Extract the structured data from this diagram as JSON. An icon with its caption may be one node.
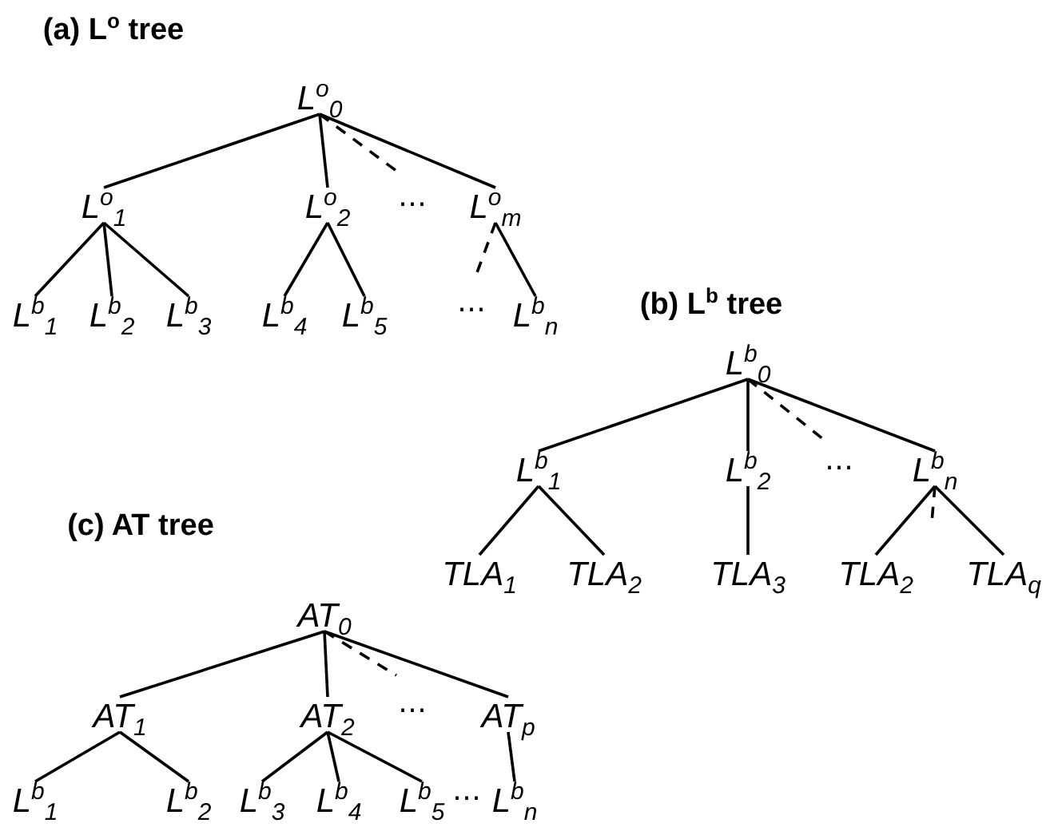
{
  "diagram": {
    "nodes": [
      {
        "text": [
          "L$^{o}$$_{0}$"
        ]
      },
      {
        "text": [
          "L$^{o}$$_{1}$"
        ]
      },
      {
        "text": [
          "L$^{o}$$_{2}$"
        ]
      },
      {
        "text": [
          "L$^{o}$$_{m}$"
        ]
      },
      {
        "text": [
          "L$^{b}$$_{1}$"
        ]
      },
      {
        "text": [
          "L$^{b}$$_{2}$"
        ]
      },
      {
        "text": [
          "L$^{b}$$_{3}$"
        ]
      },
      {
        "text": [
          "L$^{b}$$_{4}$"
        ]
      },
      {
        "text": [
          "L$^{b}$$_{5}$"
        ]
      },
      {
        "text": [
          "L$^{b}$$_{n}$"
        ]
      },
      {
        "text": [
          "L$^{b}$$_{0}$"
        ]
      },
      {
        "text": [
          "L$^{b}$$_{1}$"
        ]
      },
      {
        "text": [
          "L$^{b}$$_{2}$"
        ]
      },
      {
        "text": [
          "L$^{b}$$_{n}$"
        ]
      },
      {
        "text": [
          "TLA$_{1}$"
        ]
      },
      {
        "text": [
          "TLA$_{2}$"
        ]
      },
      {
        "text": [
          "TLA$_{3}$"
        ]
      },
      {
        "text": [
          "TLA$_{2}$"
        ]
      },
      {
        "text": [
          "TLA$_{q}$"
        ]
      },
      {
        "text": [
          "AT$_{0}$"
        ]
      },
      {
        "text": [
          "AT$_{1}$"
        ]
      },
      {
        "text": [
          "AT$_{2}$"
        ]
      },
      {
        "text": [
          "AT$_{p}$"
        ]
      },
      {
        "text": [
          "L$^{b}$$_{1}$"
        ]
      },
      {
        "text": [
          "L$^{b}$$_{2}$"
        ]
      },
      {
        "text": [
          "L$^{b}$$_{3}$"
        ]
      },
      {
        "text": [
          "L$^{b}$$_{4}$"
        ]
      },
      {
        "text": [
          "L$^{b}$$_{5}$"
        ]
      },
      {
        "text": [
          "L$^{b}$$_{n}$"
        ]
      }
    ],
    "edges": [
      {
        "from": 0,
        "to": 1,
        "arrow": "none"
      },
      {
        "from": 0,
        "to": 2,
        "arrow": "none"
      },
      {
        "from": 0,
        "to": null,
        "arrow": "none",
        "style": "dashed"
      },
      {
        "from": 0,
        "to": 3,
        "arrow": "none"
      },
      {
        "from": 1,
        "to": 4,
        "arrow": "none"
      },
      {
        "from": 1,
        "to": 5,
        "arrow": "none"
      },
      {
        "from": 1,
        "to": 6,
        "arrow": "none"
      },
      {
        "from": 2,
        "to": 7,
        "arrow": "none"
      },
      {
        "from": 2,
        "to": 8,
        "arrow": "none"
      },
      {
        "from": 3,
        "to": null,
        "arrow": "none",
        "style": "dashed"
      },
      {
        "from": 3,
        "to": 9,
        "arrow": "none"
      },
      {
        "from": 10,
        "to": 11,
        "arrow": "none"
      },
      {
        "from": 10,
        "to": 12,
        "arrow": "none"
      },
      {
        "from": 10,
        "to": null,
        "arrow": "none",
        "style": "dashed"
      },
      {
        "from": 10,
        "to": 13,
        "arrow": "none"
      },
      {
        "from": 11,
        "to": 14,
        "arrow": "none"
      },
      {
        "from": 11,
        "to": 15,
        "arrow": "none"
      },
      {
        "from": 12,
        "to": 16,
        "arrow": "none"
      },
      {
        "from": 13,
        "to": 17,
        "arrow": "none"
      },
      {
        "from": 13,
        "to": null,
        "arrow": "none",
        "style": "dashed"
      },
      {
        "from": 13,
        "to": 18,
        "arrow": "none"
      },
      {
        "from": 19,
        "to": 20,
        "arrow": "none"
      },
      {
        "from": 19,
        "to": 21,
        "arrow": "none"
      },
      {
        "from": 19,
        "to": null,
        "arrow": "none",
        "style": "dashed"
      },
      {
        "from": 19,
        "to": 22,
        "arrow": "none"
      },
      {
        "from": 20,
        "to": 23,
        "arrow": "none"
      },
      {
        "from": 20,
        "to": 24,
        "arrow": "none"
      },
      {
        "from": 21,
        "to": 25,
        "arrow": "none"
      },
      {
        "from": 21,
        "to": 26,
        "arrow": "none"
      },
      {
        "from": 21,
        "to": 27,
        "arrow": "none"
      },
      {
        "from": 22,
        "to": 28,
        "arrow": "none"
      }
    ],
    "labels": [
      "(a) L$^{o}$ tree",
      "⋯",
      "⋯",
      "(b) L$^{b}$ tree",
      "⋯",
      "(c) AT tree",
      "⋯",
      "⋯"
    ]
  }
}
